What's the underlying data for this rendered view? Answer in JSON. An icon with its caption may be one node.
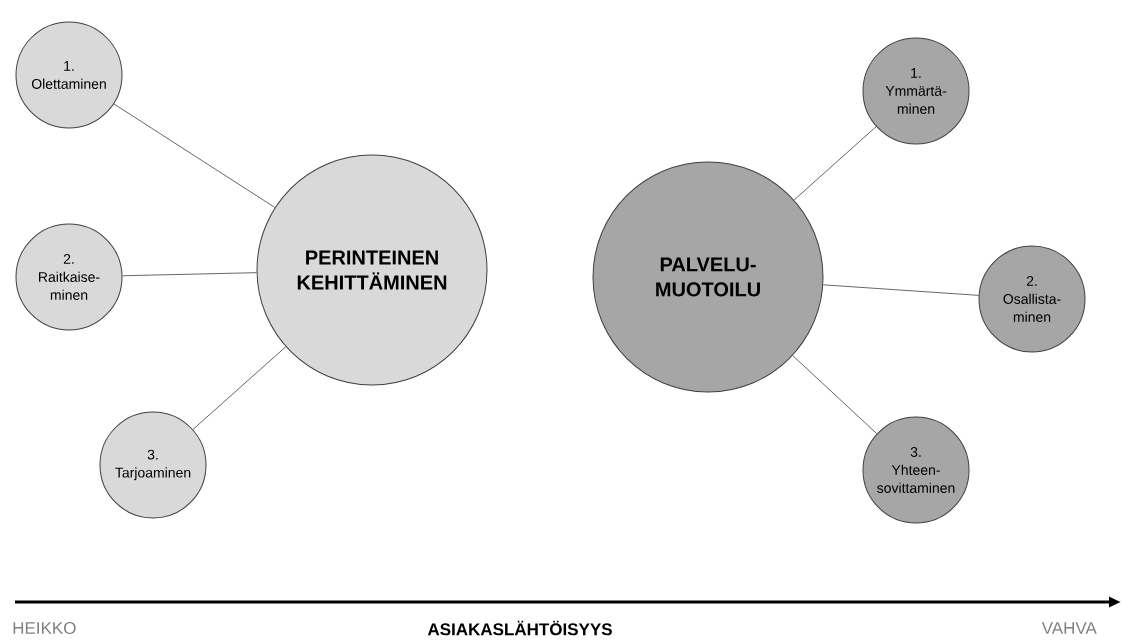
{
  "diagram": {
    "nodes": [
      {
        "text": [
          "PERINTEINEN KEHITTÄMINEN"
        ]
      },
      {
        "text": [
          "1.",
          "Olettaminen"
        ]
      },
      {
        "text": [
          "2.",
          "Raitkaise- minen"
        ]
      },
      {
        "text": [
          "3.",
          "Tarjoaminen"
        ]
      },
      {
        "text": [
          "PALVELU- MUOTOILU"
        ]
      },
      {
        "text": [
          "1.",
          "Ymmärtä- minen"
        ]
      },
      {
        "text": [
          "2.",
          "Osallista- minen"
        ]
      },
      {
        "text": [
          "3.",
          "Yhteen- sovittaminen"
        ]
      }
    ],
    "edges": [
      {
        "from": 0,
        "to": 1,
        "arrow": "none"
      },
      {
        "from": 0,
        "to": 2,
        "arrow": "none"
      },
      {
        "from": 0,
        "to": 3,
        "arrow": "none"
      },
      {
        "from": 4,
        "to": 5,
        "arrow": "none"
      },
      {
        "from": 4,
        "to": 6,
        "arrow": "none"
      },
      {
        "from": 4,
        "to": 7,
        "arrow": "none"
      }
    ],
    "labels": [
      "HEIKKO",
      "ASIAKASLÄHTÖISYYS",
      "VAHVA"
    ]
  }
}
